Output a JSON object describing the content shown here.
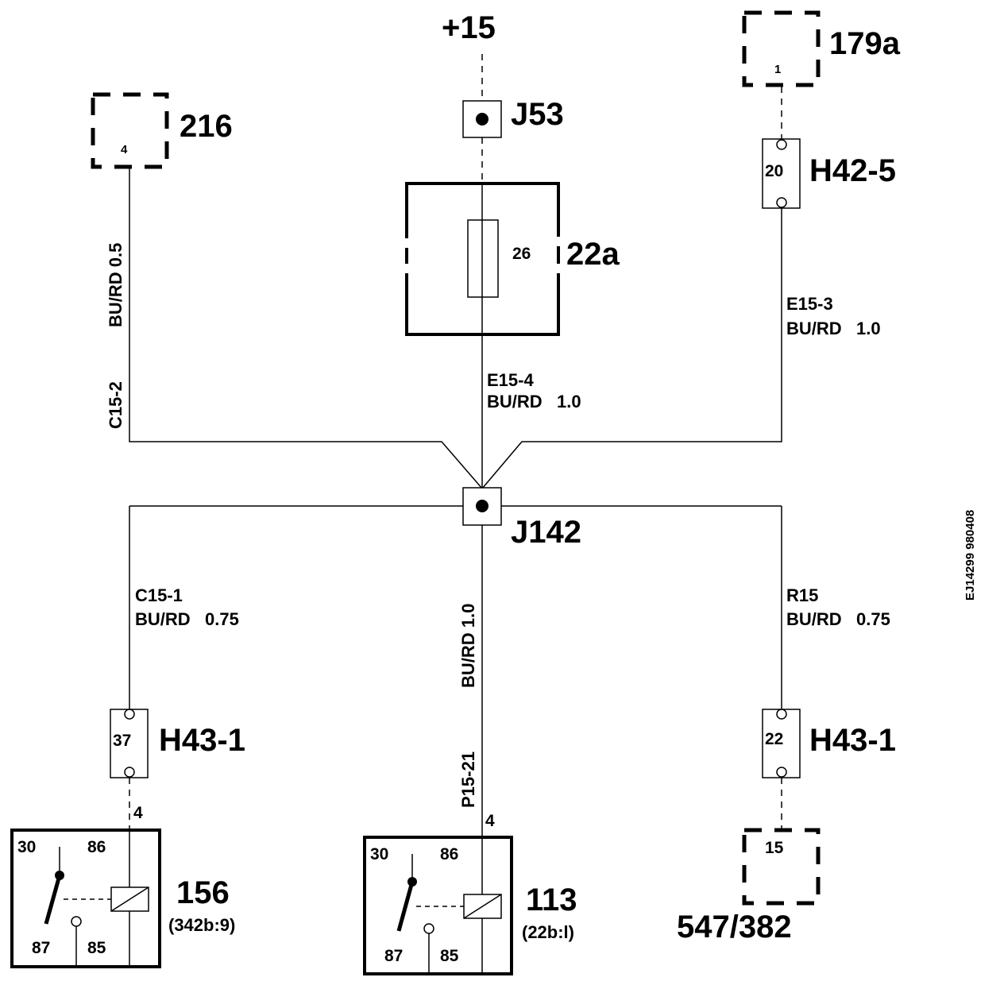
{
  "supply": {
    "label": "+15"
  },
  "junctions": {
    "j53": {
      "label": "J53"
    },
    "j142": {
      "label": "J142"
    }
  },
  "fuse_box": {
    "label": "22a",
    "fuse_number": "26"
  },
  "connector_216": {
    "label": "216",
    "pin": "4"
  },
  "connector_179a": {
    "label": "179a",
    "pin": "1"
  },
  "connector_547": {
    "label": "547/382",
    "pin": "15"
  },
  "harness_h42": {
    "label": "H42-5",
    "pin": "20"
  },
  "harness_h43_left": {
    "label": "H43-1",
    "pin": "37"
  },
  "harness_h43_right": {
    "label": "H43-1",
    "pin": "22"
  },
  "wires": {
    "c15_2": {
      "code": "C15-2",
      "spec": "BU/RD 0.5"
    },
    "e15_4": {
      "code": "E15-4",
      "spec": "BU/RD   1.0"
    },
    "e15_3": {
      "code": "E15-3",
      "spec": "BU/RD   1.0"
    },
    "c15_1": {
      "code": "C15-1",
      "spec": "BU/RD   0.75"
    },
    "p15_21": {
      "code": "P15-21",
      "spec": "BU/RD 1.0"
    },
    "r15": {
      "code": "R15",
      "spec": "BU/RD   0.75"
    }
  },
  "relay_156": {
    "label": "156",
    "ref": "(342b:9)",
    "feed_pin": "4",
    "t30": "30",
    "t86": "86",
    "t87": "87",
    "t85": "85"
  },
  "relay_113": {
    "label": "113",
    "ref": "(22b:l)",
    "feed_pin": "4",
    "t30": "30",
    "t86": "86",
    "t87": "87",
    "t85": "85"
  },
  "drawing_code": "EJ14299 980408"
}
